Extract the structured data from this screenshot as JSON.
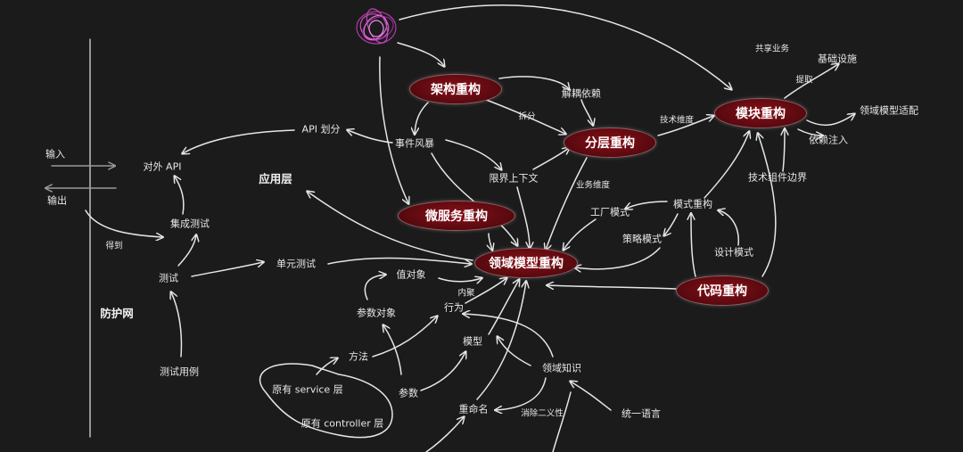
{
  "nodes": {
    "architecture": "架构重构",
    "layered": "分层重构",
    "module": "模块重构",
    "microservice": "微服务重构",
    "domain_model": "领域模型重构",
    "code": "代码重构"
  },
  "labels": {
    "shared_business": "共享业务",
    "infrastructure": "基础设施",
    "extract": "提取",
    "domain_model_adapt": "领域模型适配",
    "dependency_injection": "依赖注入",
    "tech_dimension": "技术维度",
    "tech_component_boundary": "技术组件边界",
    "decouple_dependency": "解耦依赖",
    "split": "拆分",
    "event_storm": "事件风暴",
    "api_partition": "API 划分",
    "bounded_context": "限界上下文",
    "business_dimension": "业务维度",
    "input": "输入",
    "output": "输出",
    "external_api": "对外   API",
    "app_layer": "应用层",
    "integration_test": "集成测试",
    "get": "得到",
    "test": "测试",
    "unit_test": "单元测试",
    "protection_net": "防护网",
    "test_case": "测试用例",
    "factory_pattern": "工厂模式",
    "pattern_refactor": "模式重构",
    "strategy_pattern": "策略模式",
    "design_pattern": "设计模式",
    "value_object": "值对象",
    "cohesion": "内聚",
    "behavior": "行为",
    "param_object": "参数对象",
    "model": "模型",
    "method": "方法",
    "domain_knowledge": "领域知识",
    "original_service": "原有 service 层",
    "params": "参数",
    "rename": "重命名",
    "disambiguation": "消除二义性",
    "ubiquitous_language": "统一语言",
    "original_controller": "原有 controller 层"
  }
}
